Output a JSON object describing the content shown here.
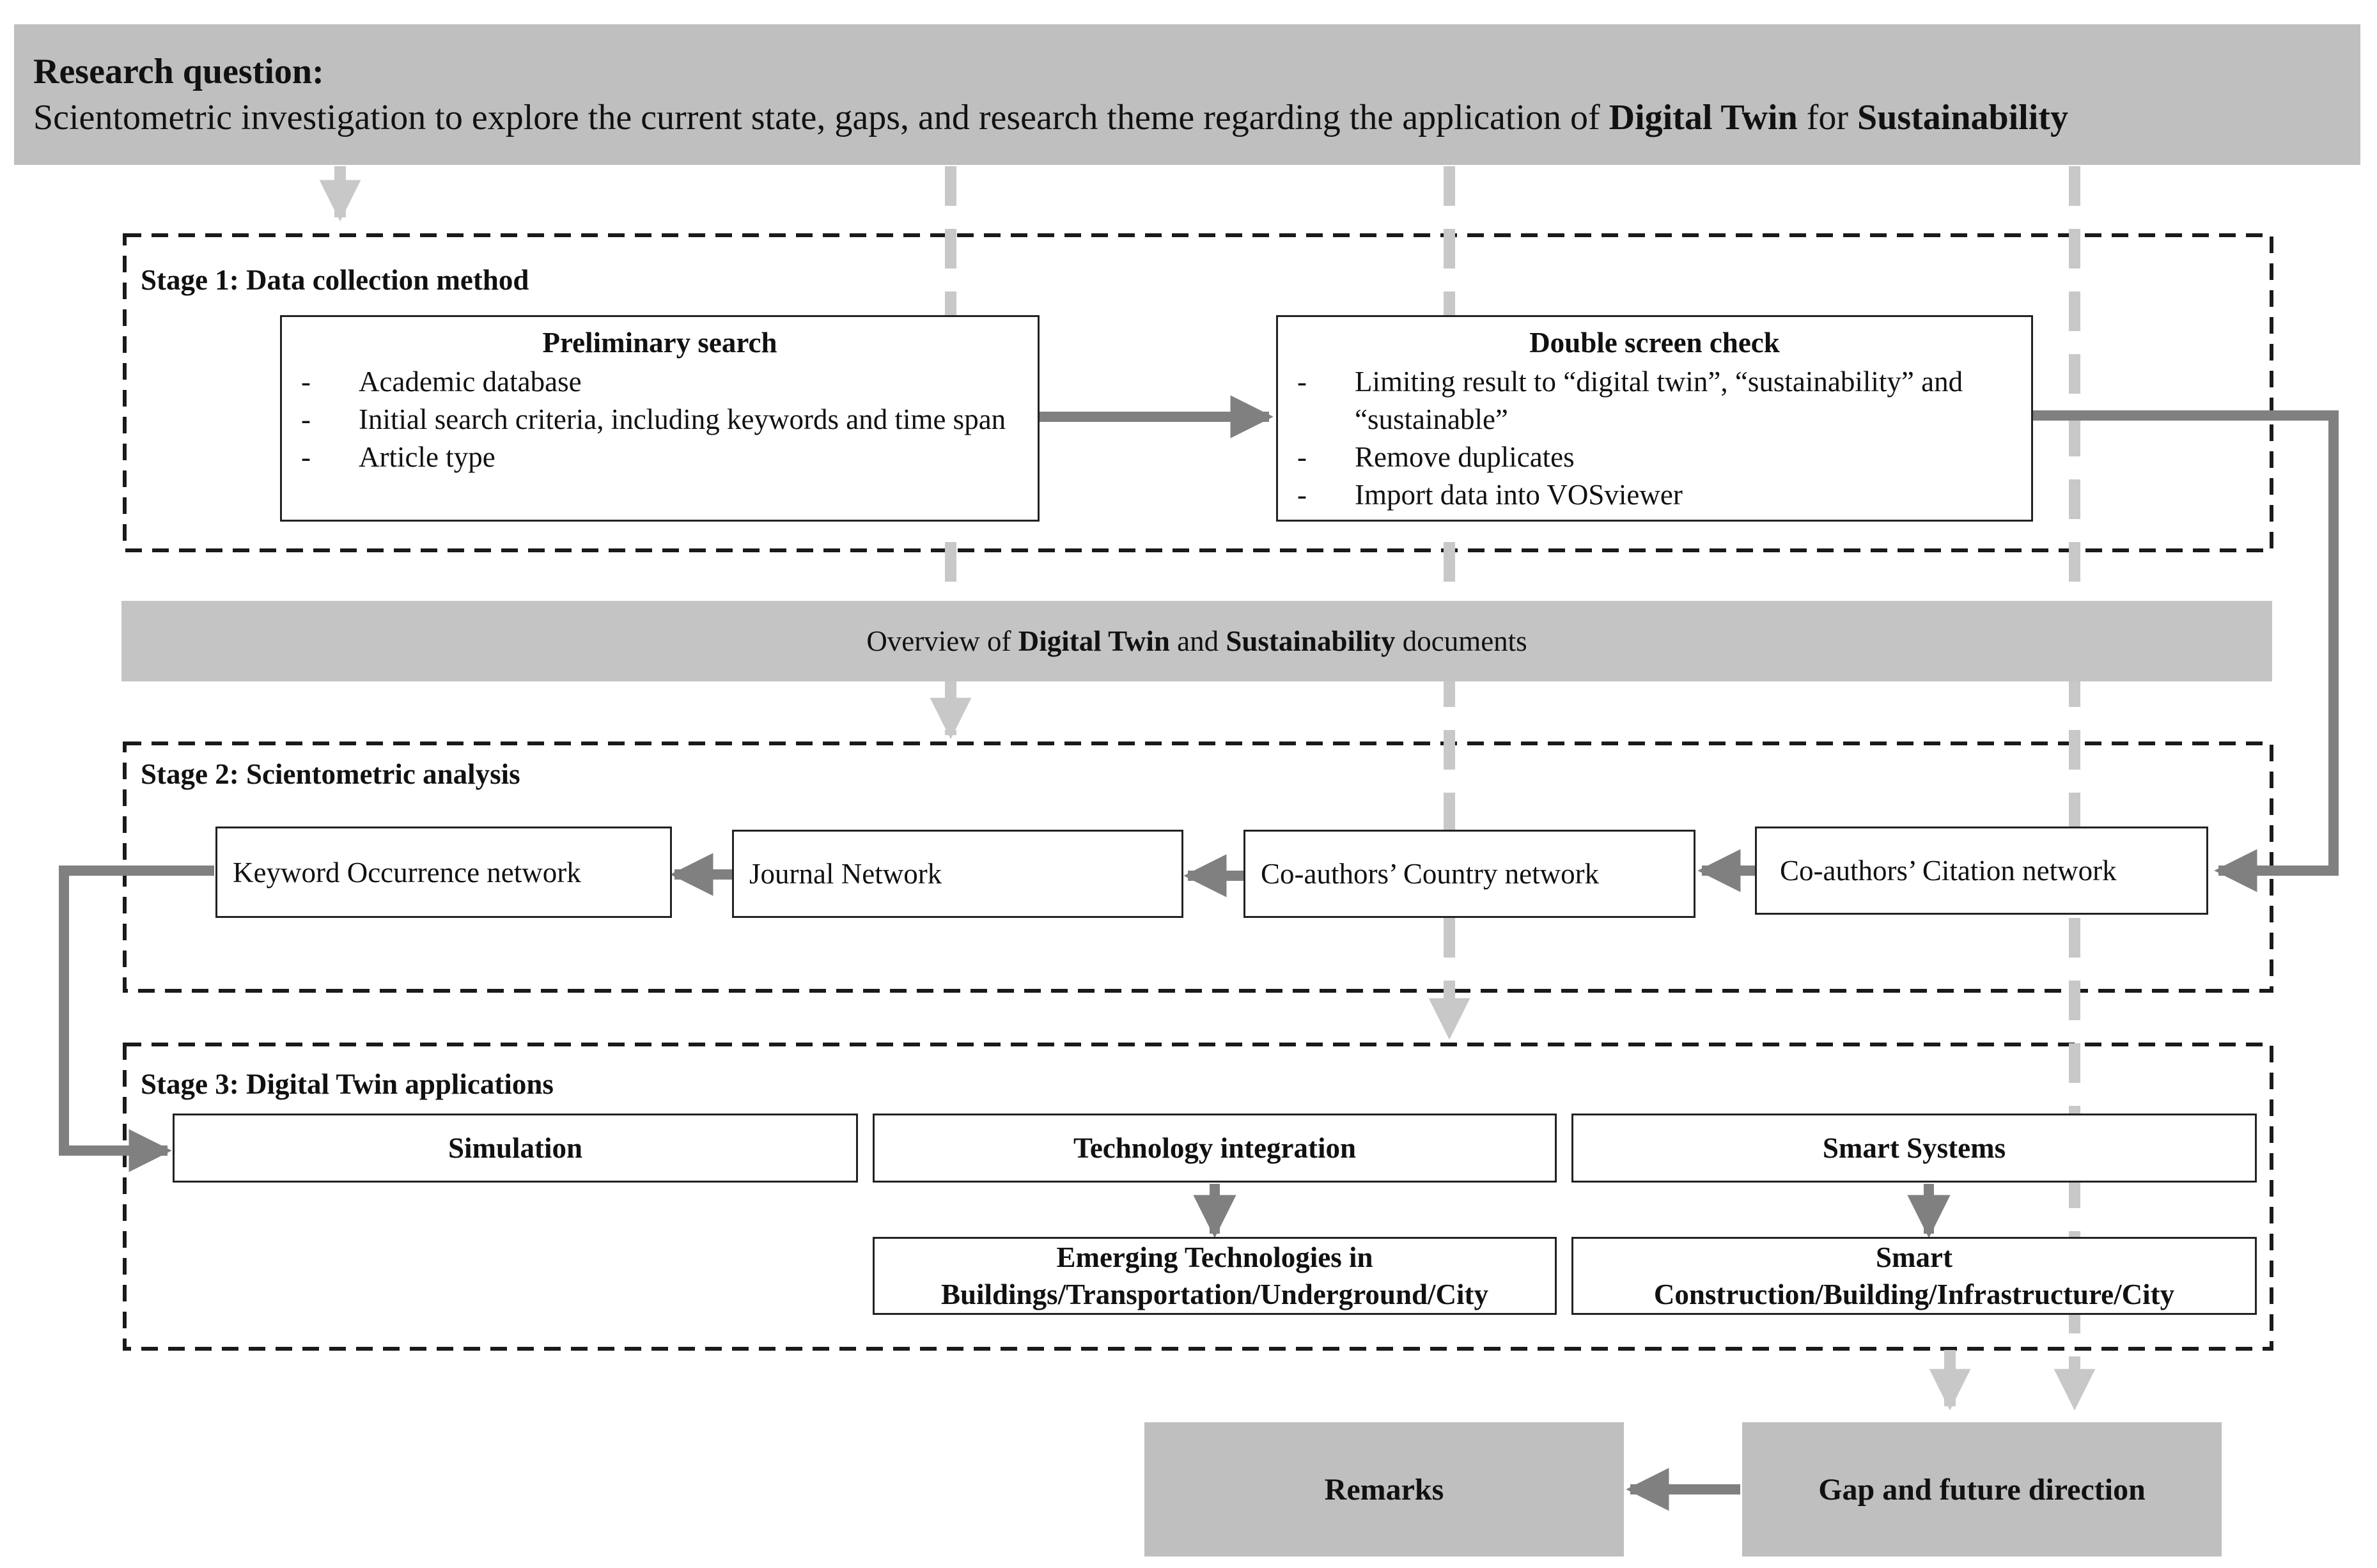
{
  "research_question": {
    "title": "Research question:",
    "text_before": "Scientometric investigation to explore the current state, gaps, and research theme regarding the application of ",
    "bold_1": "Digital Twin",
    "text_middle": " for ",
    "bold_2": "Sustainability"
  },
  "stage1": {
    "title": "Stage 1: Data collection method",
    "preliminary": {
      "title": "Preliminary search",
      "dash": "-",
      "items": [
        "Academic database",
        "Initial search criteria, including keywords and time span",
        "Article type"
      ]
    },
    "double_check": {
      "title": "Double screen check",
      "dash": "-",
      "items": [
        "Limiting result to “digital twin”, “sustainability” and “sustainable”",
        "Remove duplicates",
        "Import data into VOSviewer"
      ]
    }
  },
  "overview": {
    "before": "Overview of ",
    "bold_1": "Digital Twin",
    "middle": " and ",
    "bold_2": "Sustainability",
    "after": " documents"
  },
  "stage2": {
    "title": "Stage 2: Scientometric analysis",
    "networks": {
      "keyword": "Keyword Occurrence network",
      "journal": "Journal Network",
      "country": "Co-authors’ Country network",
      "citation": "Co-authors’ Citation network"
    }
  },
  "stage3": {
    "title": "Stage 3: Digital Twin applications",
    "simulation": "Simulation",
    "technology": "Technology integration",
    "smart_systems": "Smart Systems",
    "emerging_l1": "Emerging Technologies in",
    "emerging_l2": "Buildings/Transportation/Underground/City",
    "smart_l1": "Smart",
    "smart_l2": "Construction/Building/Infrastructure/City"
  },
  "outputs": {
    "remarks": "Remarks",
    "gap": "Gap and future direction"
  },
  "colors": {
    "banner": "#bfbfbf",
    "dark_arrow": "#808080",
    "light_arrow": "#c8c8c8",
    "border": "#222222"
  }
}
